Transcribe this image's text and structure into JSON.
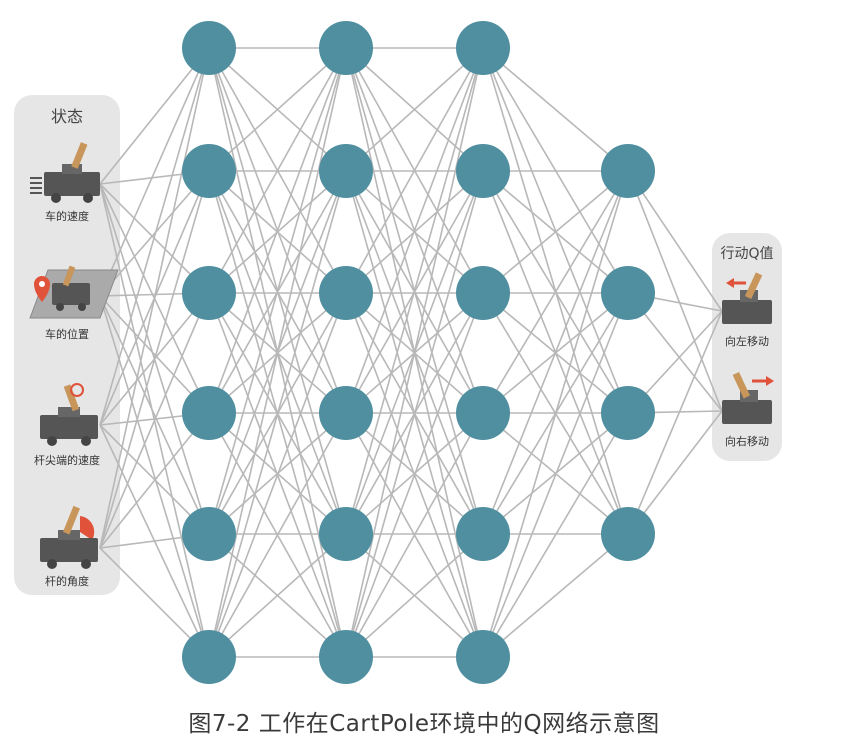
{
  "state_panel": {
    "title": "状态",
    "features": [
      {
        "label": "车的速度",
        "icon": "cart-velocity-icon"
      },
      {
        "label": "车的位置",
        "icon": "cart-position-icon"
      },
      {
        "label": "杆尖端的速度",
        "icon": "pole-tip-velocity-icon"
      },
      {
        "label": "杆的角度",
        "icon": "pole-angle-icon"
      }
    ]
  },
  "network": {
    "layers": [
      6,
      6,
      6,
      4
    ],
    "node_color": "#4f8fa0",
    "edge_color": "#b8b8b8"
  },
  "action_panel": {
    "title": "行动Q值",
    "actions": [
      {
        "label": "向左移动",
        "icon": "move-left-icon"
      },
      {
        "label": "向右移动",
        "icon": "move-right-icon"
      }
    ],
    "arrow_color": "#e0533a"
  },
  "caption": "图7-2 工作在CartPole环境中的Q网络示意图"
}
